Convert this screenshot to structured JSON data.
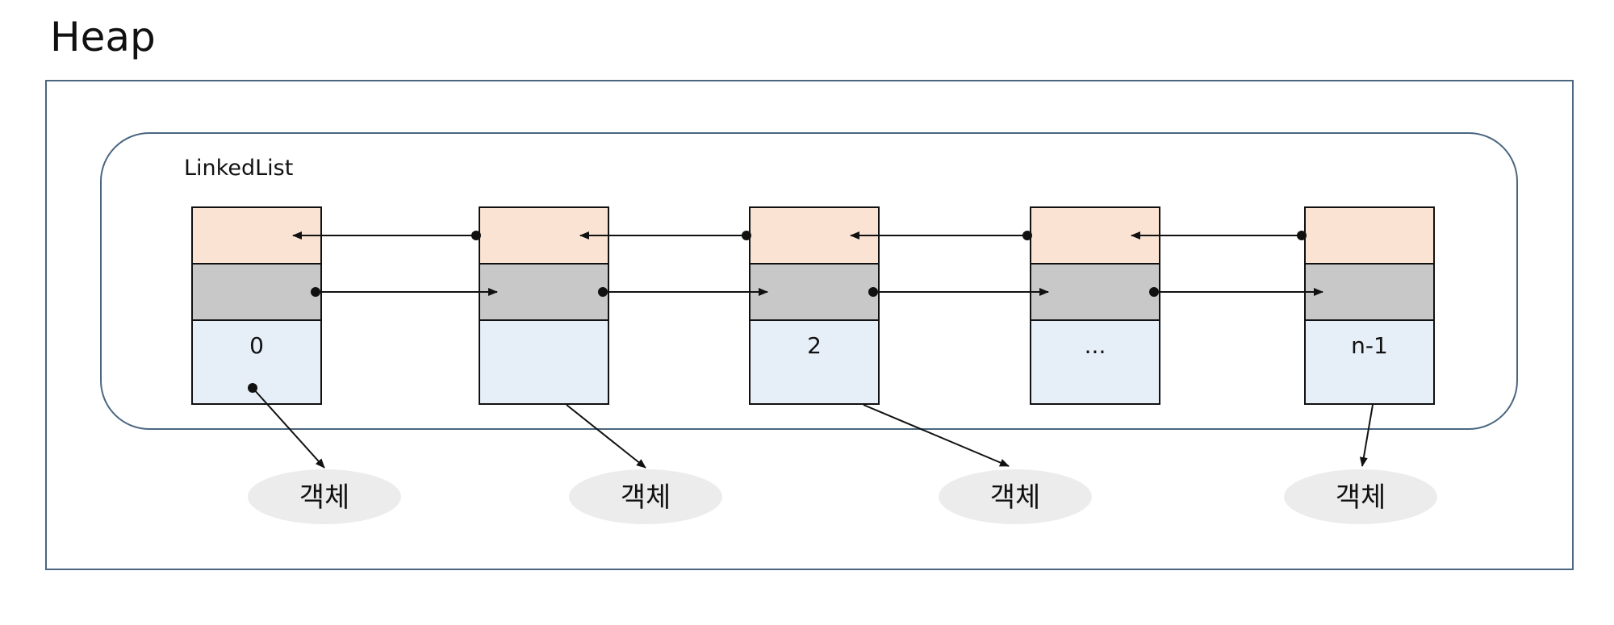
{
  "diagram": {
    "title": "Heap",
    "container_label": "LinkedList",
    "nodes": [
      {
        "value": "0"
      },
      {
        "value": ""
      },
      {
        "value": "2"
      },
      {
        "value": "..."
      },
      {
        "value": "n-1"
      }
    ],
    "objects": [
      {
        "label": "객체"
      },
      {
        "label": "객체"
      },
      {
        "label": "객체"
      },
      {
        "label": "객체"
      }
    ],
    "colors": {
      "prev_cell": "#fbe3d4",
      "next_cell": "#c8c8c8",
      "value_cell": "#e6eef8",
      "object_fill": "#ececec",
      "frame_stroke": "#4a6680",
      "line": "#111111"
    }
  }
}
